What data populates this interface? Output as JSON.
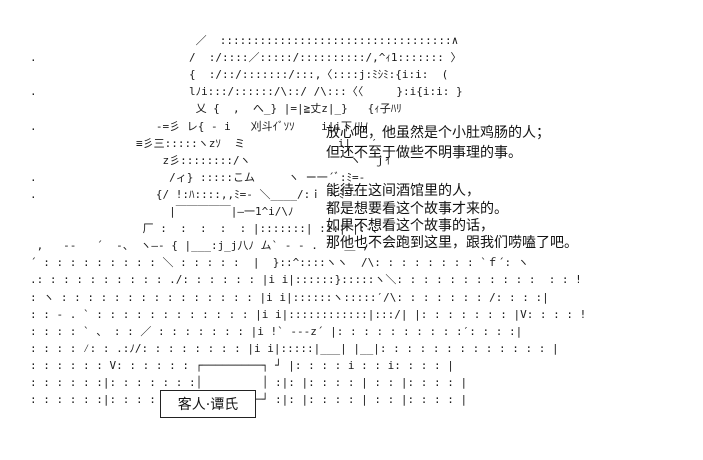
{
  "caption_lines": [
    "放心吧，他虽然是个小肚鸡肠的人；",
    "但还不至于做些不明事理的事。",
    "能待在这间酒馆里的人，",
    "都是想要看这个故事才来的。",
    "如果不想看这个故事的话，",
    "那他也不会跑到这里，跟我们唠嗑了吧。"
  ],
  "nameplate_label": "客人·谭氏",
  "art_lines": [
    "                         ／  :::::::::::::::::::::::::::::::::::∧",
    ".                       /  :/::::／:::::/::::::::::/,^ｨ1::::::: 〉",
    "                        {  :/::/:::::::/:::,〈::::j:ﾐｼﾐ:{i:i:  (",
    ".                       lﾉi:::/::::::/\\::/ /\\:::〈〈     }:i{i:i: }",
    "                         乂 {  ,  へ_} |=|≧丈z|_}   {ｨ子ﾊﾘ",
    ".                  -=彡 レ{ - i   刈斗ｲﾞｿｿ    i|i下ﾉﾘﾉ",
    "                ≡彡三:::::ヽzｿ  ミ              i|   ′",
    "                    z彡::::::::/ヽ               ヽ  ｊｲ",
    ".                    /ィ} :::::こム     ヽ ー一´ﾞ:ﾐ=-",
    ".                  {/ !:ﾊ::::,,ﾐ=- ＼____/:ｉ ヽﾐ=-",
    "                     |￣￣￣￣￣|—一1^i/\\ﾉ",
    "                 厂 :  :  :  :  : |:::::::| :i:| |:-、",
    " ,   --   ´  -、 ヽ—- { |___:j_j八ﾉ ム` ‐ - .  . ＿ ,",
    "´ : : : : : : : : : ＼ : : : : :  |  }::^::::ヽヽ  /\\: : : : : : : : `ｆ´: ヽ",
    ".: : : : : : : : : : ./: : : : : : |i i|::::::}:::::ヽ＼: : : : : : : : : : :  : : !",
    ": ヽ : : : : : : : : : : : : : : : |i i|::::::ヽ:::::′/\\: : : : : : : /: : : :|",
    ": : ‐ . ` : : : : : : : : : : : : |i i|::::::::::::|:::/| |: : : : : : : |V: : : : !",
    ": : : : ` 、 : : ／ : : : : : : : |i !` ‐‐‐z´ |: : : : : : : : : :′: : : :|",
    ": : : : ⁄: : .:ﾉ/: : : : : : : : |i i|:::::|___| |__|: : : : : : : : : : : : : |",
    ": : : : : : V: : : : : : ┌─────────┐ ┘ |: : : : i : : i: : : : |",
    ": : : : : :|: : : : : : :│         │ :|: |: : : : | : : |: : : : |",
    ": : : : : :|: : : : : : :└─────────┘ :|: |: : : : | : : |: : : : |"
  ]
}
